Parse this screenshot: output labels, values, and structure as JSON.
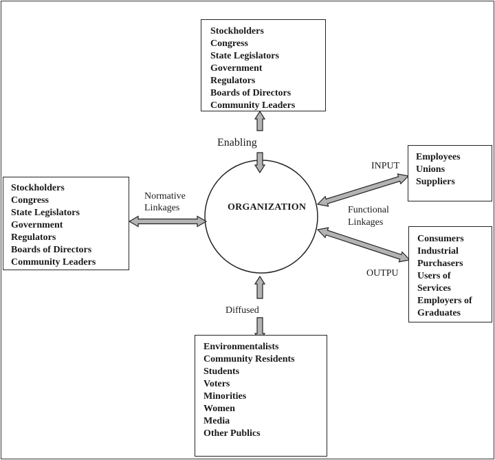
{
  "diagram": {
    "center": {
      "label": "ORGANIZATION"
    },
    "boxes": {
      "top": [
        "Stockholders",
        "Congress",
        "State Legislators",
        "Government",
        "Regulators",
        "Boards of Directors",
        "Community Leaders"
      ],
      "left": [
        "Stockholders",
        "Congress",
        "State Legislators",
        "Government",
        "Regulators",
        "Boards of Directors",
        "Community Leaders"
      ],
      "input": [
        "Employees",
        "Unions",
        "Suppliers"
      ],
      "output": [
        "Consumers",
        "Industrial",
        "Purchasers",
        "Users of",
        "Services",
        "Employers of",
        "Graduates"
      ],
      "bottom": [
        "Environmentalists",
        "Community Residents",
        "Students",
        "Voters",
        "Minorities",
        "Women",
        "Media",
        "Other Publics"
      ]
    },
    "linkages": {
      "enabling": "Enabling",
      "normative_line1": "Normative",
      "normative_line2": "Linkages",
      "input": "INPUT",
      "functional_line1": "Functional",
      "functional_line2": "Linkages",
      "output": "OUTPU",
      "diffused": "Diffused"
    },
    "colors": {
      "arrow_fill": "#b3b3b3",
      "stroke": "#222222"
    }
  }
}
